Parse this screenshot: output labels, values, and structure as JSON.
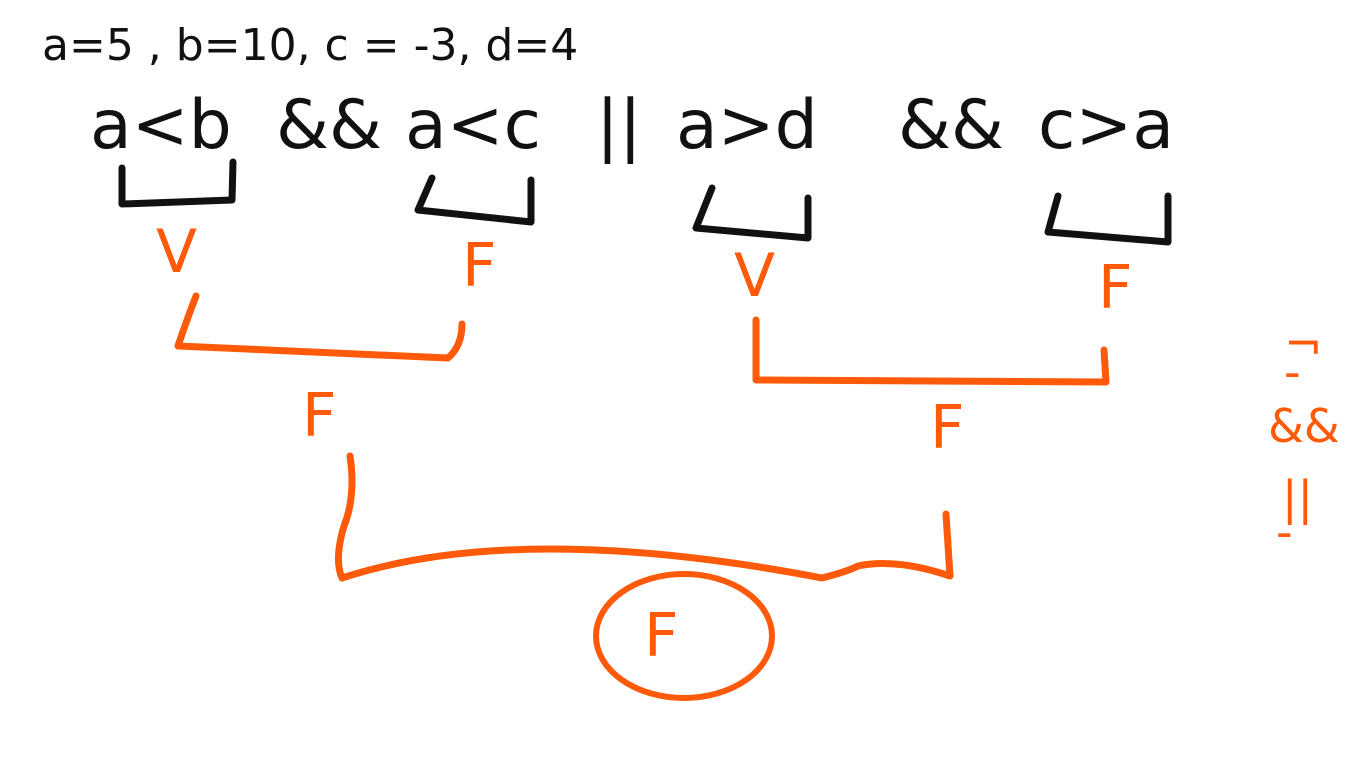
{
  "colors": {
    "ink": "#111111",
    "accent": "#ff5a0a",
    "background": "#ffffff"
  },
  "variables_line": "a=5 , b=10,  c = -3, d=4",
  "expression": {
    "t1": "a<b",
    "op1": "&&",
    "t2": "a<c",
    "op2": "||",
    "t3": "a>d",
    "op3": "&&",
    "t4": "c>a"
  },
  "level1": [
    "V",
    "F",
    "V",
    "F"
  ],
  "level2": [
    "F",
    "F"
  ],
  "final": "F",
  "side_note": {
    "not": "¬",
    "and": "&&",
    "or": "||",
    "dash1": "-",
    "dash2": "-"
  }
}
